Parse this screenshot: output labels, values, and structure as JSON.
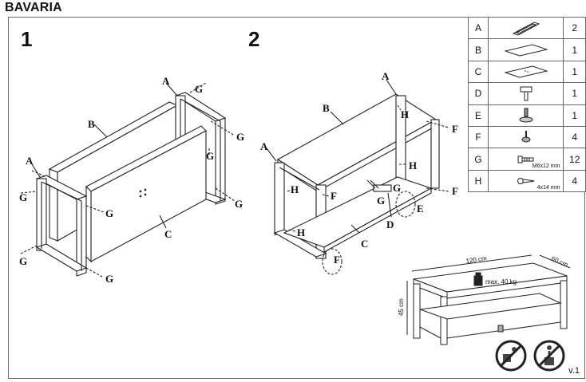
{
  "title": "BAVARIA",
  "version": "v.1",
  "steps": [
    "1",
    "2"
  ],
  "labels": {
    "A": "A",
    "B": "B",
    "C": "C",
    "D": "D",
    "E": "E",
    "F": "F",
    "G": "G",
    "H": "H"
  },
  "parts": [
    {
      "code": "A",
      "icon": "side-frame-icon",
      "qty": "2",
      "spec": ""
    },
    {
      "code": "B",
      "icon": "top-panel-icon",
      "qty": "1",
      "spec": ""
    },
    {
      "code": "C",
      "icon": "shelf-panel-icon",
      "qty": "1",
      "spec": ""
    },
    {
      "code": "D",
      "icon": "bracket-icon",
      "qty": "1",
      "spec": ""
    },
    {
      "code": "E",
      "icon": "leveling-foot-icon",
      "qty": "1",
      "spec": ""
    },
    {
      "code": "F",
      "icon": "foot-glide-icon",
      "qty": "4",
      "spec": ""
    },
    {
      "code": "G",
      "icon": "bolt-icon",
      "qty": "12",
      "spec": "M6x12 mm"
    },
    {
      "code": "H",
      "icon": "screw-icon",
      "qty": "4",
      "spec": "4x14 mm"
    }
  ],
  "dimensions": {
    "width": "120 cm",
    "depth": "60 cm",
    "height": "45 cm",
    "max_load": "max. 40 kg"
  },
  "warnings": [
    "no-lifting-alone-icon",
    "no-climbing-icon"
  ]
}
